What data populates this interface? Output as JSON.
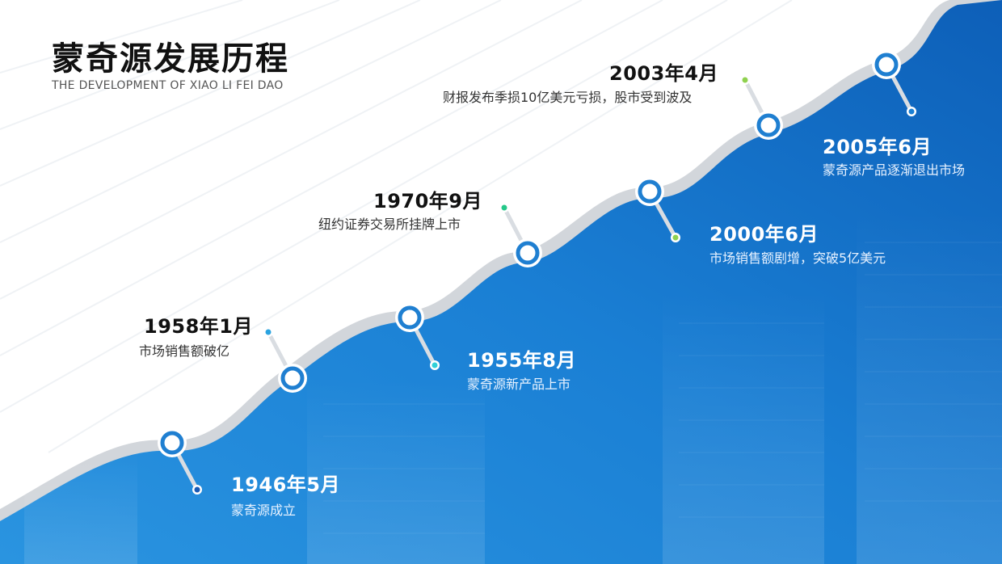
{
  "header": {
    "title": "蒙奇源发展历程",
    "subtitle": "THE DEVELOPMENT OF XIAO LI FEI DAO"
  },
  "colors": {
    "primary_blue": "#1a7fd4",
    "deep_blue": "#0d5fb8",
    "ribbon_gray": "#d2d6db",
    "ring_blue": "#1f7fd1",
    "dot_cyan": "#31d0d8",
    "dot_green": "#25c889",
    "dot_lime": "#8fd14f",
    "dot_navy": "#1a5bb5"
  },
  "milestones": [
    {
      "year": "1946年5月",
      "desc": "蒙奇源成立",
      "dot_color": "#1a5bb5"
    },
    {
      "year": "1958年1月",
      "desc": "市场销售额破亿",
      "dot_color": "#2aa3e0"
    },
    {
      "year": "1955年8月",
      "desc": "蒙奇源新产品上市",
      "dot_color": "#31d0d8"
    },
    {
      "year": "1970年9月",
      "desc": "纽约证券交易所挂牌上市",
      "dot_color": "#25c889"
    },
    {
      "year": "2000年6月",
      "desc": "市场销售额剧增，突破5亿美元",
      "dot_color": "#8fd14f"
    },
    {
      "year": "2003年4月",
      "desc": "财报发布季损10亿美元亏损，股市受到波及",
      "dot_color": "#8fd14f"
    },
    {
      "year": "2005年6月",
      "desc": "蒙奇源产品逐渐退出市场",
      "dot_color": "#1a7fd4"
    }
  ]
}
